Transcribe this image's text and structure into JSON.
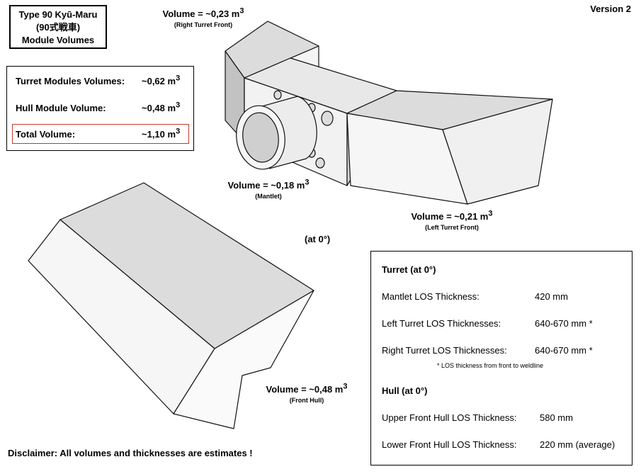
{
  "title": {
    "line1": "Type 90 Kyū-Maru",
    "line2": "(90式戦車)",
    "line3": "Module Volumes"
  },
  "version": "Version 2",
  "summary": {
    "turret_label": "Turret Modules Volumes:",
    "turret_value": "~0,62 m",
    "hull_label": "Hull Module Volume:",
    "hull_value": "~0,48 m",
    "total_label": "Total Volume:",
    "total_value": "~1,10 m",
    "unit_exponent": "3"
  },
  "volumes": {
    "right_turret": {
      "value": "Volume = ~0,23 m",
      "caption": "(Right Turret Front)"
    },
    "mantlet": {
      "value": "Volume = ~0,18 m",
      "caption": "(Mantlet)"
    },
    "left_turret": {
      "value": "Volume = ~0,21 m",
      "caption": "(Left Turret Front)"
    },
    "front_hull": {
      "value": "Volume = ~0,48 m",
      "caption": "(Front Hull)"
    },
    "exponent": "3"
  },
  "angle_label": "(at 0°)",
  "specs": {
    "turret_heading": "Turret (at 0°)",
    "turret_rows": [
      {
        "label": "Mantlet LOS Thickness:",
        "value": "420 mm"
      },
      {
        "label": "Left Turret LOS Thicknesses:",
        "value": "640-670 mm"
      },
      {
        "label": "Right Turret LOS Thicknesses:",
        "value": "640-670 mm"
      }
    ],
    "asterisk": "*",
    "footnote": "* LOS thickness from front to weldline",
    "hull_heading": "Hull (at 0°)",
    "hull_rows": [
      {
        "label": "Upper Front Hull LOS Thickness:",
        "value": "580 mm"
      },
      {
        "label": "Lower Front Hull LOS Thickness:",
        "value": "220 mm (average)"
      }
    ]
  },
  "disclaimer": "Disclaimer: All volumes and thicknesses are estimates !",
  "colors": {
    "shade_light": "#f4f4f4",
    "shade_mid": "#dcdcdc",
    "shade_dark": "#c2c2c2",
    "edge": "#111111",
    "total_frame": "#c0392b"
  }
}
